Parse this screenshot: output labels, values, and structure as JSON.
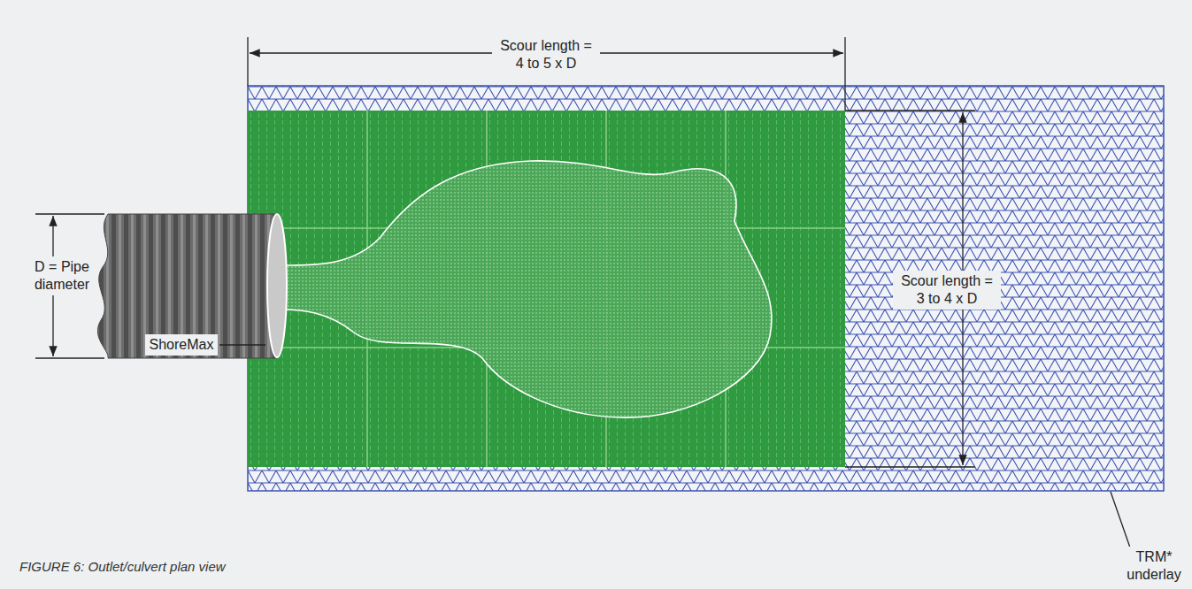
{
  "diagram": {
    "caption": "FIGURE 6: Outlet/culvert plan view",
    "labels": [
      "Scour length = 4 to 5 x D",
      "Scour length = 3 to 4 x D",
      "D = Pipe diameter",
      "ShoreMax",
      "TRM* underlay"
    ]
  }
}
